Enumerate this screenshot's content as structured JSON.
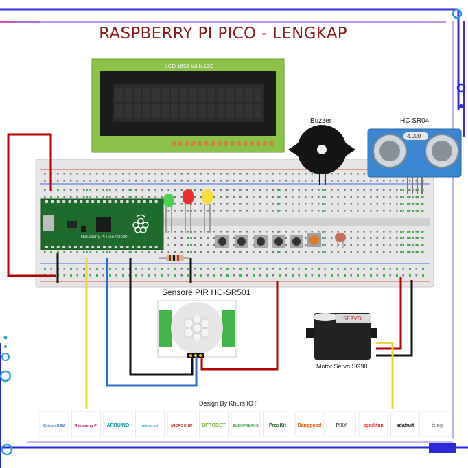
{
  "title": "RASPBERRY PI PICO - LENGKAP",
  "lcd": {
    "label": "LCD 1602 With 12C"
  },
  "buzzer": {
    "label": "Buzzer"
  },
  "ultrasonic": {
    "label": "HC SR04",
    "display": "4.000"
  },
  "pico": {
    "board_text": "Raspberry Pi Pico ©2020"
  },
  "pir": {
    "label": "Sensore PIR HC-SR501"
  },
  "servo": {
    "label": "Motor Servo SG90",
    "brand": "SERVO"
  },
  "credit": "Design By Khurs IOT",
  "logos": [
    "Cytron OEM",
    "Raspberry Pi",
    "ARDUINO",
    "micro:bit",
    "MICROCHIP",
    "DFROBOT",
    "ELECFREAKS",
    "ProsKit",
    "Banggood",
    "PIXY",
    "sparkfun",
    "adafruit",
    "tzing"
  ],
  "colors": {
    "title": "#8b1a1a",
    "lcd_pcb": "#8bc34a",
    "frame_blue": "#2a2ad8",
    "frame_purple": "#7b3fd0",
    "wire_red": "#b00000",
    "wire_black": "#111111",
    "wire_blue": "#2a6fc9",
    "wire_yellow": "#f2d13a"
  }
}
